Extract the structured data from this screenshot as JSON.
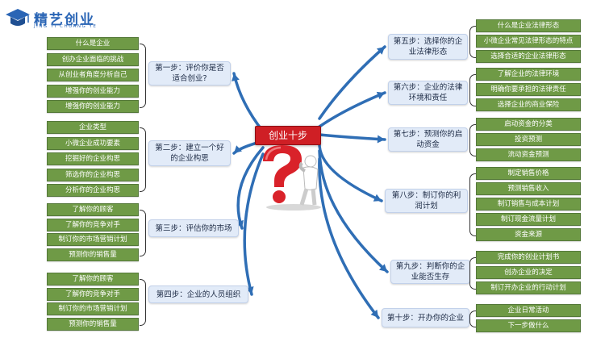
{
  "brand": {
    "name": "精艺创业",
    "subtitle": "JING YI CHUANG YE",
    "accent_color": "#2a65b5",
    "icon": "graduation-cap-icon"
  },
  "center": {
    "title": "创业十步",
    "color": "#cf1f25",
    "icon": "question-mark-figure-icon"
  },
  "colors": {
    "step_fill": "#e2ebf8",
    "leaf_fill": "#6f9a46",
    "connector": "#2f6eb5"
  },
  "left_steps": [
    {
      "label": "第一步：评价你是否适合创业?",
      "items": [
        "什么是企业",
        "创办企业面临的挑战",
        "从创业者角度分析自己",
        "增强你的创业能力",
        "增强你的创业能力"
      ]
    },
    {
      "label": "第二步：建立一个好的企业构思",
      "items": [
        "企业类型",
        "小微企业成功要素",
        "挖掘好的企业构思",
        "筛选你的企业构思",
        "分析你的企业构思"
      ]
    },
    {
      "label": "第三步：评估你的市场",
      "items": [
        "了解你的顾客",
        "了解你的竞争对手",
        "制订你的市场营销计划",
        "预测你的销售量"
      ]
    },
    {
      "label": "第四步：企业的人员组织",
      "items": [
        "了解你的顾客",
        "了解你的竞争对手",
        "制订你的市场营销计划",
        "预测你的销售量"
      ]
    }
  ],
  "right_steps": [
    {
      "label": "第五步：选择你的企业法律形态",
      "items": [
        "什么是企业法律形态",
        "小微企业常见法律形态的特点",
        "选择合适的企业法律形态"
      ]
    },
    {
      "label": "第六步：企业的法律环境和责任",
      "items": [
        "了解企业的法律环境",
        "明确你要承担的法律责任",
        "选择企业的商业保险"
      ]
    },
    {
      "label": "第七步：预测你的启动资金",
      "items": [
        "启动资金的分类",
        "投资预测",
        "流动资金预测"
      ]
    },
    {
      "label": "第八步：制订你的利润计划",
      "items": [
        "制定销售价格",
        "预测销售收入",
        "制订销售与成本计划",
        "制订现金流量计划",
        "资金来源"
      ]
    },
    {
      "label": "第九步：判断你的企业能否生存",
      "items": [
        "完成你的创业计划书",
        "创办企业的决定",
        "制订开办企业的行动计划"
      ]
    },
    {
      "label": "第十步：开办你的企业",
      "items": [
        "企业日常活动",
        "下一步做什么"
      ]
    }
  ]
}
